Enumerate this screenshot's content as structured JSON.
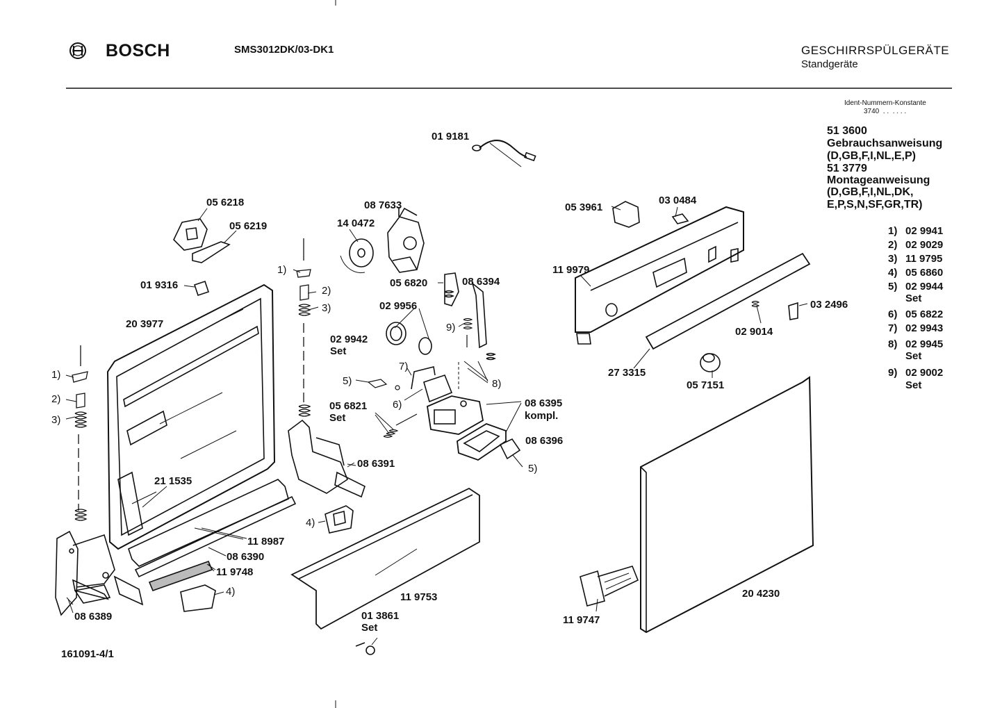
{
  "header": {
    "brand": "BOSCH",
    "model": "SMS3012DK/03-DK1",
    "category": "GESCHIRRSPÜLGERÄTE",
    "subcategory": "Standgeräte"
  },
  "ident": {
    "label": "Ident-Nummern-Konstante",
    "value": "3740  . .  . . . ."
  },
  "docs": [
    {
      "number": "51 3600",
      "title": "Gebrauchsanweisung",
      "langs": "(D,GB,F,I,NL,E,P)"
    },
    {
      "number": "51 3779",
      "title": "Montageanweisung",
      "langs_1": "(D,GB,F,I,NL,DK,",
      "langs_2": "E,P,S,N,SF,GR,TR)"
    }
  ],
  "kits": [
    {
      "ref": "1)",
      "part": "02 9941"
    },
    {
      "ref": "2)",
      "part": "02 9029"
    },
    {
      "ref": "3)",
      "part": "11 9795"
    },
    {
      "ref": "4)",
      "part": "05 6860"
    },
    {
      "ref": "5)",
      "part": "02 9944",
      "note": "Set"
    },
    {
      "ref": "6)",
      "part": "05 6822"
    },
    {
      "ref": "7)",
      "part": "02 9943"
    },
    {
      "ref": "8)",
      "part": "02 9945",
      "note": "Set"
    },
    {
      "ref": "9)",
      "part": "02 9002",
      "note": "Set"
    }
  ],
  "callouts": {
    "p019181": "01 9181",
    "p087633": "08 7633",
    "p140472": "14 0472",
    "p056218": "05 6218",
    "p056219": "05 6219",
    "p019316": "01 9316",
    "p203977": "20 3977",
    "p053961": "05 3961",
    "p030484": "03 0484",
    "p119979": "11 9979",
    "p056820": "05 6820",
    "p086394": "08 6394",
    "p029956": "02 9956",
    "p029942": "02 9942",
    "set1": "Set",
    "p032496": "03 2496",
    "p029014": "02 9014",
    "p273315": "27 3315",
    "p057151": "05 7151",
    "p086395": "08 6395",
    "kompl": "kompl.",
    "p056821": "05 6821",
    "set2": "Set",
    "p086396": "08 6396",
    "p086391": "08 6391",
    "p211535": "21 1535",
    "p118987": "11 8987",
    "p086390": "08 6390",
    "p119748": "11 9748",
    "p086389": "08 6389",
    "p119753": "11 9753",
    "p013861": "01 3861",
    "set3": "Set",
    "p119747": "11 9747",
    "p204230": "20 4230",
    "r1a": "1)",
    "r2a": "2)",
    "r3a": "3)",
    "r1b": "1)",
    "r2b": "2)",
    "r3b": "3)",
    "r4a": "4)",
    "r4b": "4)",
    "r5a": "5)",
    "r5b": "5)",
    "r6": "6)",
    "r7": "7)",
    "r8": "8)",
    "r9": "9)"
  },
  "footer": {
    "drawing_number": "161091-4/1"
  }
}
